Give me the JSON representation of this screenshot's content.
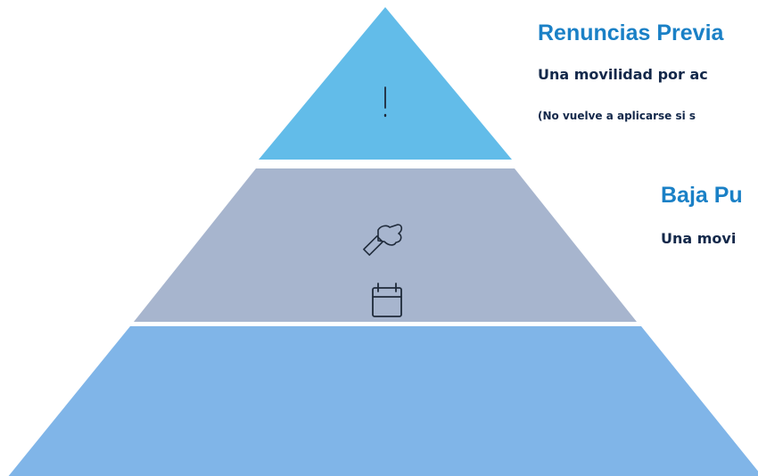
{
  "tiers": [
    {
      "id": "top",
      "color": "#62BCE9",
      "icon": "exclamation-icon",
      "title": "Renuncias Previa",
      "subtitle": "Una movilidad por ac",
      "note": "(No vuelve a aplicarse si s"
    },
    {
      "id": "middle",
      "color": "#A7B5CE",
      "icon": "thumbs-down-icon",
      "title": "Baja Pu",
      "subtitle": "Una movi"
    },
    {
      "id": "bottom",
      "color": "#80B5E8",
      "icon": "calendar-icon"
    }
  ]
}
